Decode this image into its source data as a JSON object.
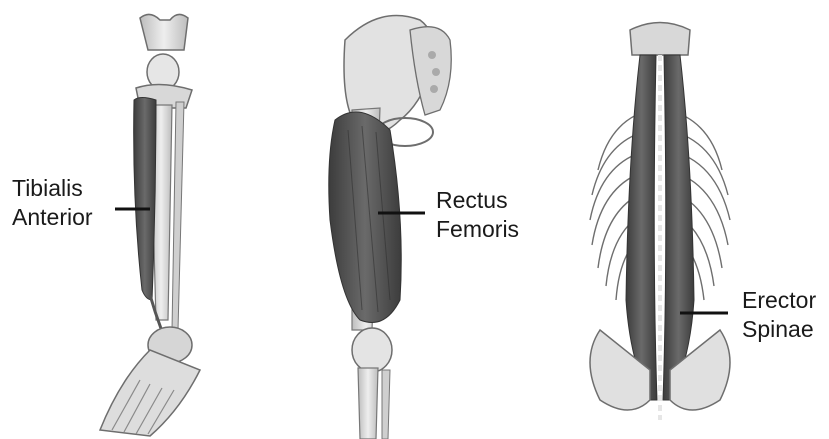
{
  "labels": {
    "tibialis_anterior": {
      "line1": "Tibialis",
      "line2": "Anterior"
    },
    "rectus_femoris": {
      "line1": "Rectus",
      "line2": "Femoris"
    },
    "erector_spinae": {
      "line1": "Erector",
      "line2": "Spinae"
    }
  },
  "colors": {
    "bone": "#dcdcdc",
    "bone_outline": "#6e6e6e",
    "muscle": "#5a5a5a",
    "muscle_dark": "#3a3a3a",
    "leader_line": "#111111"
  }
}
